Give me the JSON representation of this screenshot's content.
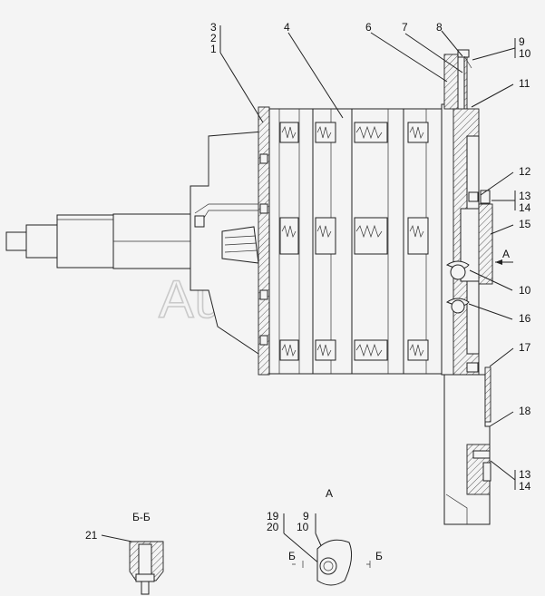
{
  "watermark": "AutoSoft",
  "view_labels": {
    "view_a": "А",
    "section_bb": "Б-Б",
    "view_a_arrow": "А",
    "section_mark_left": "Б",
    "section_mark_right": "Б"
  },
  "callouts": [
    {
      "id": "c3",
      "text": "3"
    },
    {
      "id": "c2",
      "text": "2"
    },
    {
      "id": "c1",
      "text": "1"
    },
    {
      "id": "c4",
      "text": "4"
    },
    {
      "id": "c6",
      "text": "6"
    },
    {
      "id": "c7",
      "text": "7"
    },
    {
      "id": "c8",
      "text": "8"
    },
    {
      "id": "c9",
      "text": "9"
    },
    {
      "id": "c10a",
      "text": "10"
    },
    {
      "id": "c11",
      "text": "11"
    },
    {
      "id": "c12",
      "text": "12"
    },
    {
      "id": "c13a",
      "text": "13"
    },
    {
      "id": "c14a",
      "text": "14"
    },
    {
      "id": "c15",
      "text": "15"
    },
    {
      "id": "c10b",
      "text": "10"
    },
    {
      "id": "c16",
      "text": "16"
    },
    {
      "id": "c17",
      "text": "17"
    },
    {
      "id": "c18",
      "text": "18"
    },
    {
      "id": "c13b",
      "text": "13"
    },
    {
      "id": "c14b",
      "text": "14"
    },
    {
      "id": "c21",
      "text": "21"
    },
    {
      "id": "c19",
      "text": "19"
    },
    {
      "id": "c20",
      "text": "20"
    },
    {
      "id": "c9b",
      "text": "9"
    },
    {
      "id": "c10c",
      "text": "10"
    }
  ]
}
